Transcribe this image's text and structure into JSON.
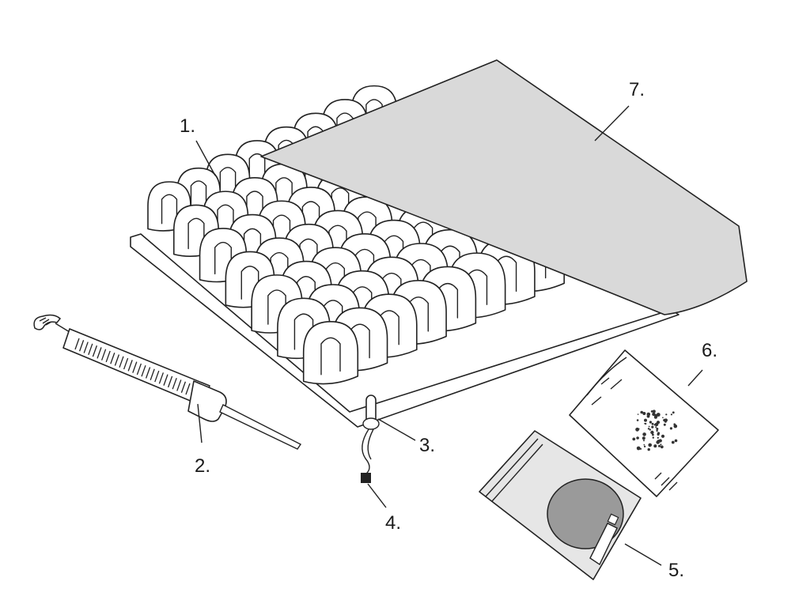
{
  "labels": {
    "one": "1.",
    "two": "2.",
    "three": "3.",
    "four": "4.",
    "five": "5.",
    "six": "6.",
    "seven": "7."
  },
  "colors": {
    "cover": "#d9d9d9",
    "patch": "#9a9a9a",
    "pouch": "#e6e6e6",
    "stroke": "#222222"
  }
}
